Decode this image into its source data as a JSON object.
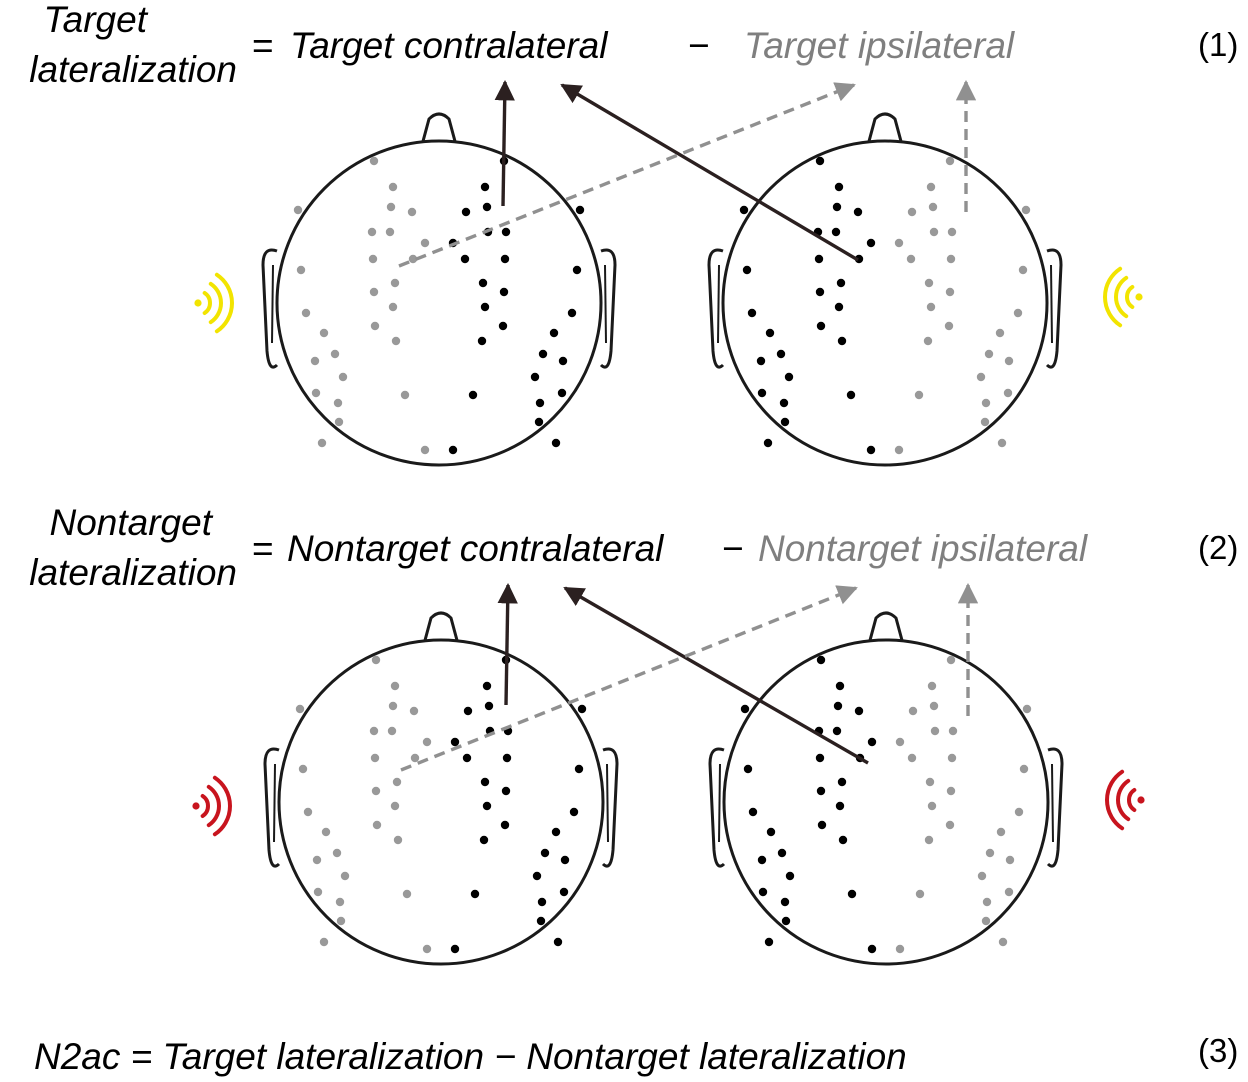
{
  "equations": {
    "eq1": {
      "lhs_line1": "Target",
      "lhs_line2": "lateralization",
      "equals": "=",
      "contra": "Target contralateral",
      "minus": "−",
      "ipsi": "Target ipsilateral",
      "number": "(1)"
    },
    "eq2": {
      "lhs_line1": "Nontarget",
      "lhs_line2": "lateralization",
      "equals": "=",
      "contra": "Nontarget contralateral",
      "minus": "−",
      "ipsi": "Nontarget ipsilateral",
      "number": "(2)"
    },
    "eq3": {
      "text": "N2ac = Target lateralization − Nontarget lateralization",
      "number": "(3)"
    }
  },
  "colors": {
    "contralateral": "#000000",
    "ipsilateral": "#999999",
    "ipsi_text": "#7f7f7f",
    "target_sound": "#f2e400",
    "nontarget_sound": "#c8141e",
    "outline": "#1a1a1a"
  },
  "icons": {
    "head": "head-outline-icon",
    "sound": "sound-wave-icon"
  }
}
